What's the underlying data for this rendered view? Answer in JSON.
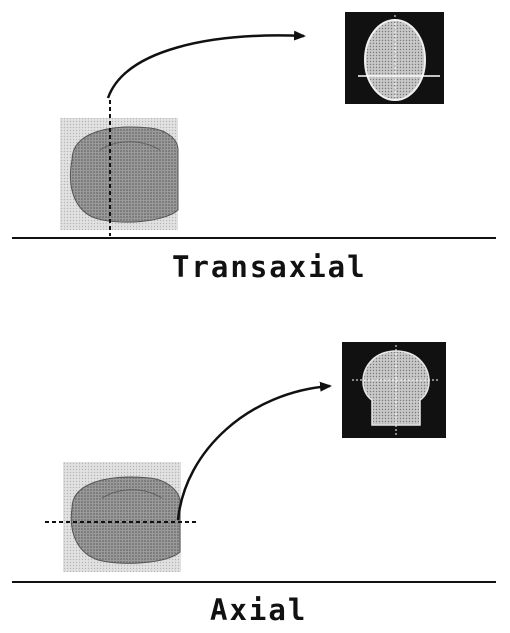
{
  "panels": [
    {
      "caption": "Transaxial",
      "view": "transaxial"
    },
    {
      "caption": "Axial",
      "view": "axial"
    }
  ],
  "colors": {
    "background": "#ffffff",
    "line": "#111111",
    "head_fill": "#8a8a8a",
    "thumb_background": "#d8d8d8",
    "slice_background": "#111111",
    "slice_fill": "#bdbdbd",
    "slice_outline": "#f0f0f0"
  },
  "icons": [
    "head-side-view-icon",
    "slice-view-icon",
    "arrow-icon"
  ]
}
